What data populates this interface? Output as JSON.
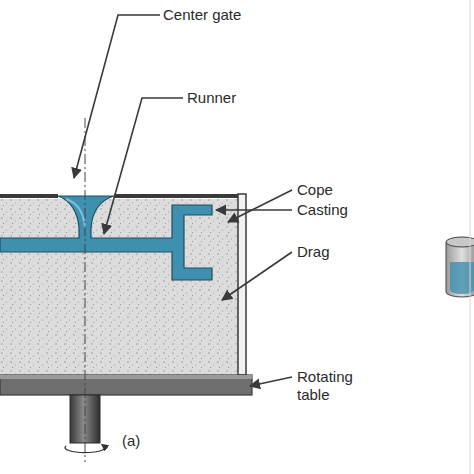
{
  "diagram": {
    "labels": [
      "Center gate",
      "Runner",
      "Cope",
      "Casting",
      "Drag",
      "Rotating table",
      "(a)"
    ]
  }
}
